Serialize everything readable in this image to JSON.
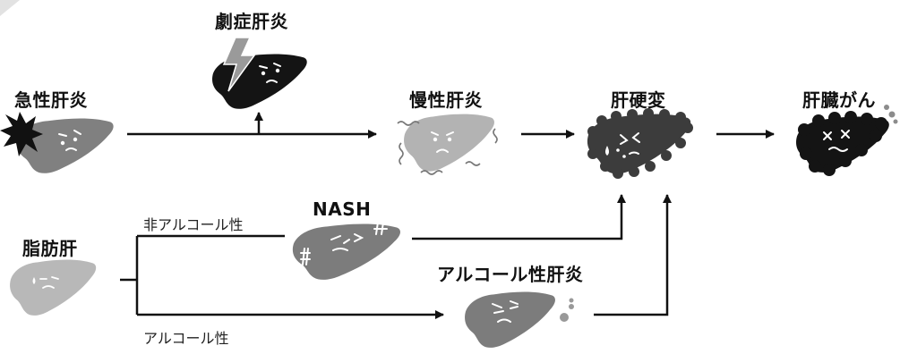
{
  "stages": {
    "acute_hepatitis": "急性肝炎",
    "fulminant_hepatitis": "劇症肝炎",
    "chronic_hepatitis": "慢性肝炎",
    "cirrhosis": "肝硬変",
    "liver_cancer": "肝臓がん",
    "fatty_liver": "脂肪肝",
    "nash": "NASH",
    "alcoholic_hepatitis": "アルコール性肝炎"
  },
  "conditions": {
    "non_alcoholic": "非アルコール性",
    "alcoholic": "アルコール性"
  },
  "colors": {
    "liver_mid": "#808080",
    "liver_light": "#b3b3b3",
    "liver_dark": "#3c3c3c",
    "liver_black": "#141414",
    "arrow": "#111111"
  }
}
